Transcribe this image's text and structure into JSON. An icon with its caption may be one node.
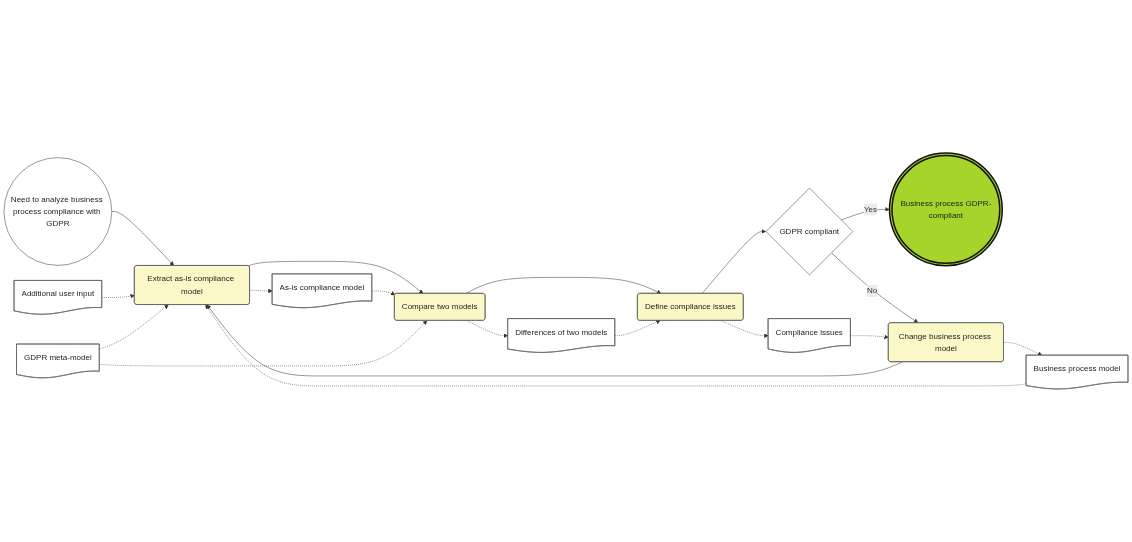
{
  "diagram": {
    "nodes": [
      {
        "text": [
          "Need to analyze business process compliance with GDPR"
        ]
      },
      {
        "text": [
          "Extract as-is compliance model"
        ]
      },
      {
        "text": [
          "Compare two models"
        ]
      },
      {
        "text": [
          "Define compliance issues"
        ]
      },
      {
        "text": [
          "GDPR compliant"
        ]
      },
      {
        "text": [
          "Business process GDPR-compliant"
        ]
      },
      {
        "text": [
          "Change business process model"
        ]
      },
      {
        "text": [
          "Additional user input"
        ]
      },
      {
        "text": [
          "As-is compliance model"
        ]
      },
      {
        "text": [
          "Differences of two models"
        ]
      },
      {
        "text": [
          "Business process model"
        ]
      },
      {
        "text": [
          "GDPR meta-model"
        ]
      },
      {
        "text": [
          "Compliance issues"
        ]
      }
    ],
    "edges": [
      {
        "from": 0,
        "to": 1,
        "arrow": "to"
      },
      {
        "from": 1,
        "to": 2,
        "arrow": "to"
      },
      {
        "from": 2,
        "to": 3,
        "arrow": "to"
      },
      {
        "from": 3,
        "to": 4,
        "arrow": "to"
      },
      {
        "from": 4,
        "to": 5,
        "arrow": "to",
        "label": "Yes"
      },
      {
        "from": 4,
        "to": 6,
        "arrow": "to",
        "label": "No"
      },
      {
        "from": 6,
        "to": 1,
        "arrow": "to"
      },
      {
        "from": 7,
        "to": 1,
        "arrow": "to",
        "style": "dashed"
      },
      {
        "from": 1,
        "to": 8,
        "arrow": "to",
        "style": "dashed"
      },
      {
        "from": 8,
        "to": 2,
        "arrow": "to",
        "style": "dashed"
      },
      {
        "from": 2,
        "to": 9,
        "arrow": "to",
        "style": "dashed"
      },
      {
        "from": 9,
        "to": 3,
        "arrow": "to",
        "style": "dashed"
      },
      {
        "from": 10,
        "to": 1,
        "arrow": "to",
        "style": "dashed"
      },
      {
        "from": 11,
        "to": 1,
        "arrow": "to",
        "style": "dashed"
      },
      {
        "from": 11,
        "to": 2,
        "arrow": "to",
        "style": "dashed"
      },
      {
        "from": 3,
        "to": 12,
        "arrow": "to",
        "style": "dashed"
      },
      {
        "from": 12,
        "to": 6,
        "arrow": "to",
        "style": "dashed"
      },
      {
        "from": 6,
        "to": 10,
        "arrow": "to",
        "style": "dashed"
      }
    ]
  }
}
